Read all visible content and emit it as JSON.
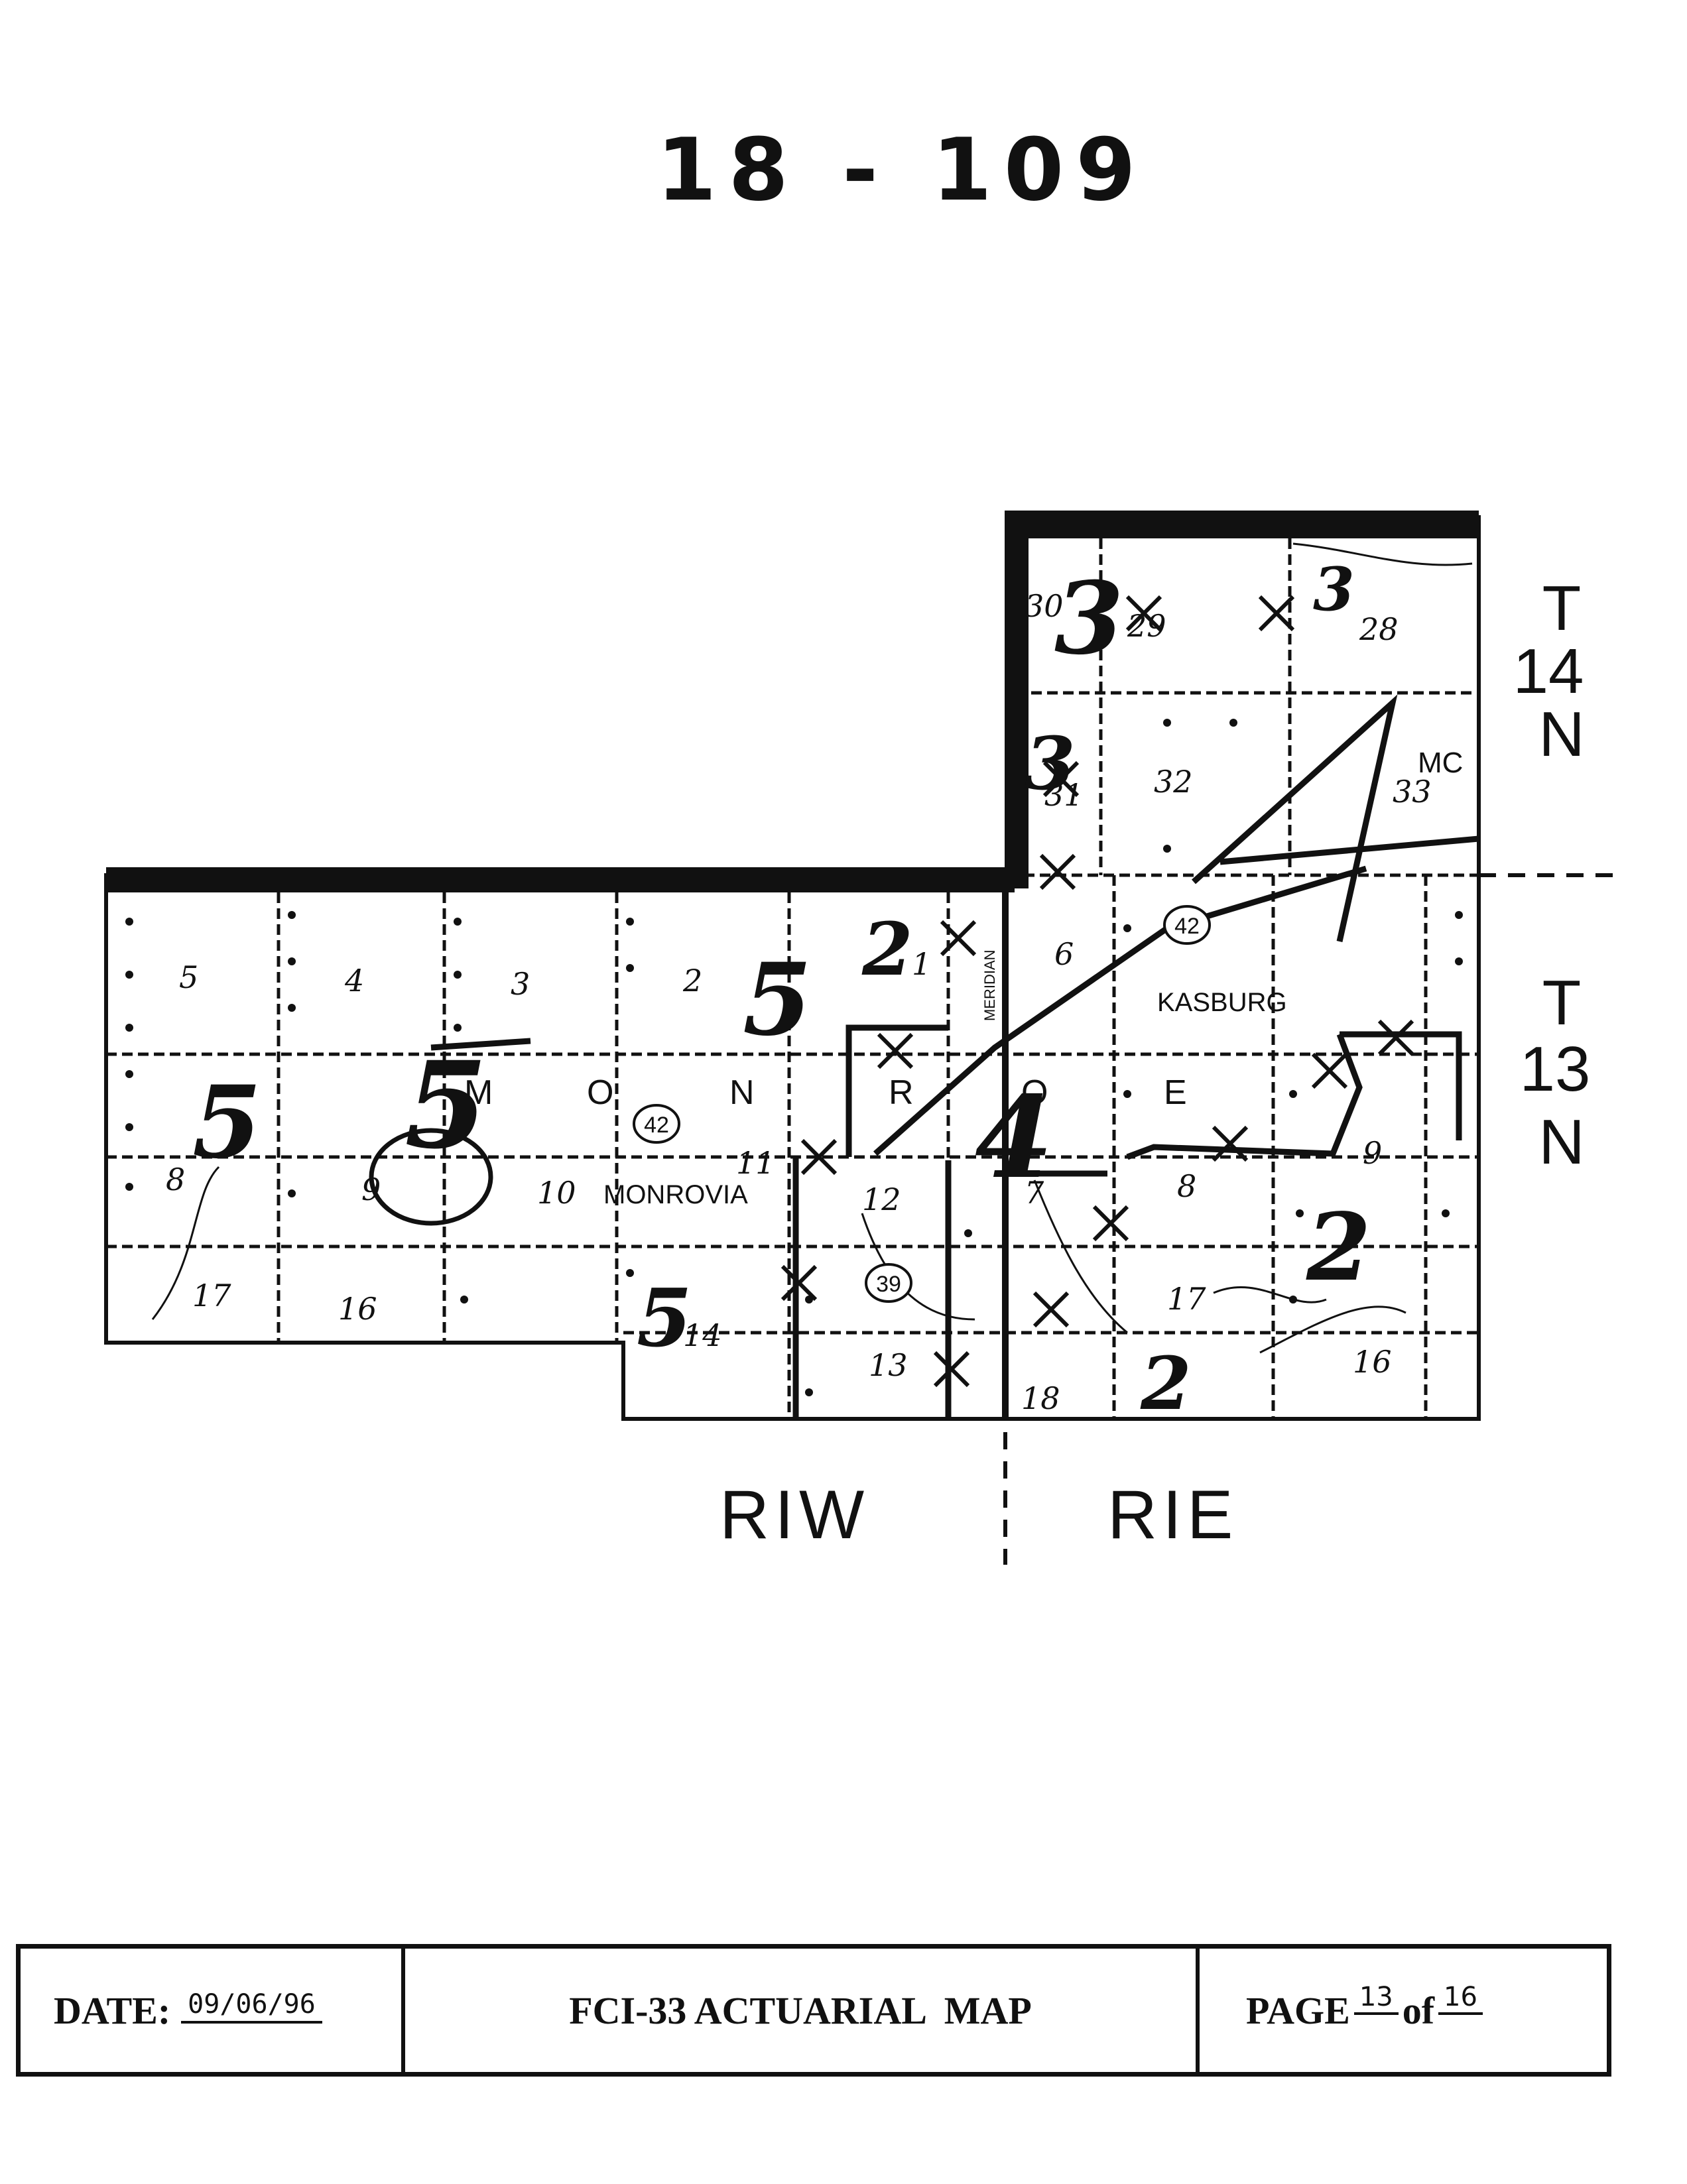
{
  "document": {
    "page_id": "18 - 109"
  },
  "map": {
    "places": [
      "MONROVIA",
      "KASBURG",
      "MC"
    ],
    "county_letters": [
      "M",
      "O",
      "N",
      "R",
      "O",
      "E"
    ],
    "meridian_label": "MERIDIAN",
    "route_shields": [
      "42",
      "42",
      "39"
    ],
    "range_labels": [
      "RIW",
      "RIE"
    ],
    "township_labels": [
      {
        "t": "T",
        "num": "14",
        "dir": "N"
      },
      {
        "t": "T",
        "num": "13",
        "dir": "N"
      }
    ],
    "section_numbers": [
      "30",
      "29",
      "28",
      "31",
      "32",
      "33",
      "5",
      "4",
      "3",
      "2",
      "1",
      "6",
      "8",
      "9",
      "10",
      "11",
      "12",
      "7",
      "8",
      "9",
      "17",
      "16",
      "14",
      "13",
      "18",
      "17",
      "16"
    ],
    "handwritten_rates": [
      "3",
      "3",
      "3",
      "5",
      "5",
      "5",
      "5",
      "4",
      "2",
      "2",
      "2"
    ]
  },
  "footer": {
    "date_label": "DATE:",
    "date_value": "09/06/96",
    "title": "FCI-33 ACTUARIAL  MAP",
    "page_label": "PAGE",
    "page_number": "13",
    "of_label": "of",
    "page_total": "16"
  }
}
